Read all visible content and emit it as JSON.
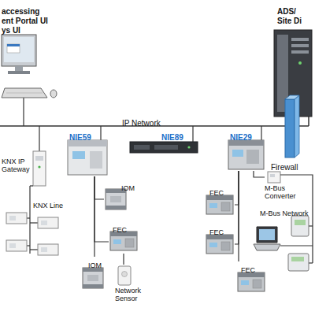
{
  "diagram": {
    "nodes": [
      {
        "text": [
          "KNX IP Gateway"
        ]
      },
      {
        "text": [
          "NIE59"
        ]
      },
      {
        "text": [
          "NIE89"
        ]
      },
      {
        "text": [
          "NIE29"
        ]
      },
      {
        "text": [
          "Firewall"
        ]
      },
      {
        "text": [
          "M-Bus Converter"
        ]
      },
      {
        "text": [
          "IOM"
        ]
      },
      {
        "text": [
          "FEC"
        ]
      },
      {
        "text": [
          "FEC"
        ]
      },
      {
        "text": [
          "FEC"
        ]
      },
      {
        "text": [
          "IOM"
        ]
      },
      {
        "text": [
          "Network Sensor"
        ]
      },
      {
        "text": [
          "FEC"
        ]
      }
    ],
    "edges": [
      {
        "from": 1,
        "to": 6,
        "arrow": "none"
      },
      {
        "from": 1,
        "to": 7,
        "arrow": "none"
      },
      {
        "from": 1,
        "to": 10,
        "arrow": "none"
      },
      {
        "from": 7,
        "to": 11,
        "arrow": "none"
      },
      {
        "from": 3,
        "to": 8,
        "arrow": "none"
      },
      {
        "from": 3,
        "to": 9,
        "arrow": "none"
      },
      {
        "from": 3,
        "to": 12,
        "arrow": "none"
      },
      {
        "from": 3,
        "to": 5,
        "arrow": "none"
      }
    ],
    "labels": [
      "accessing",
      "ent Portal UI",
      "ys UI",
      "ADS/",
      "Site Di",
      "IP Network",
      "KNX Line",
      "M-Bus Network"
    ]
  }
}
